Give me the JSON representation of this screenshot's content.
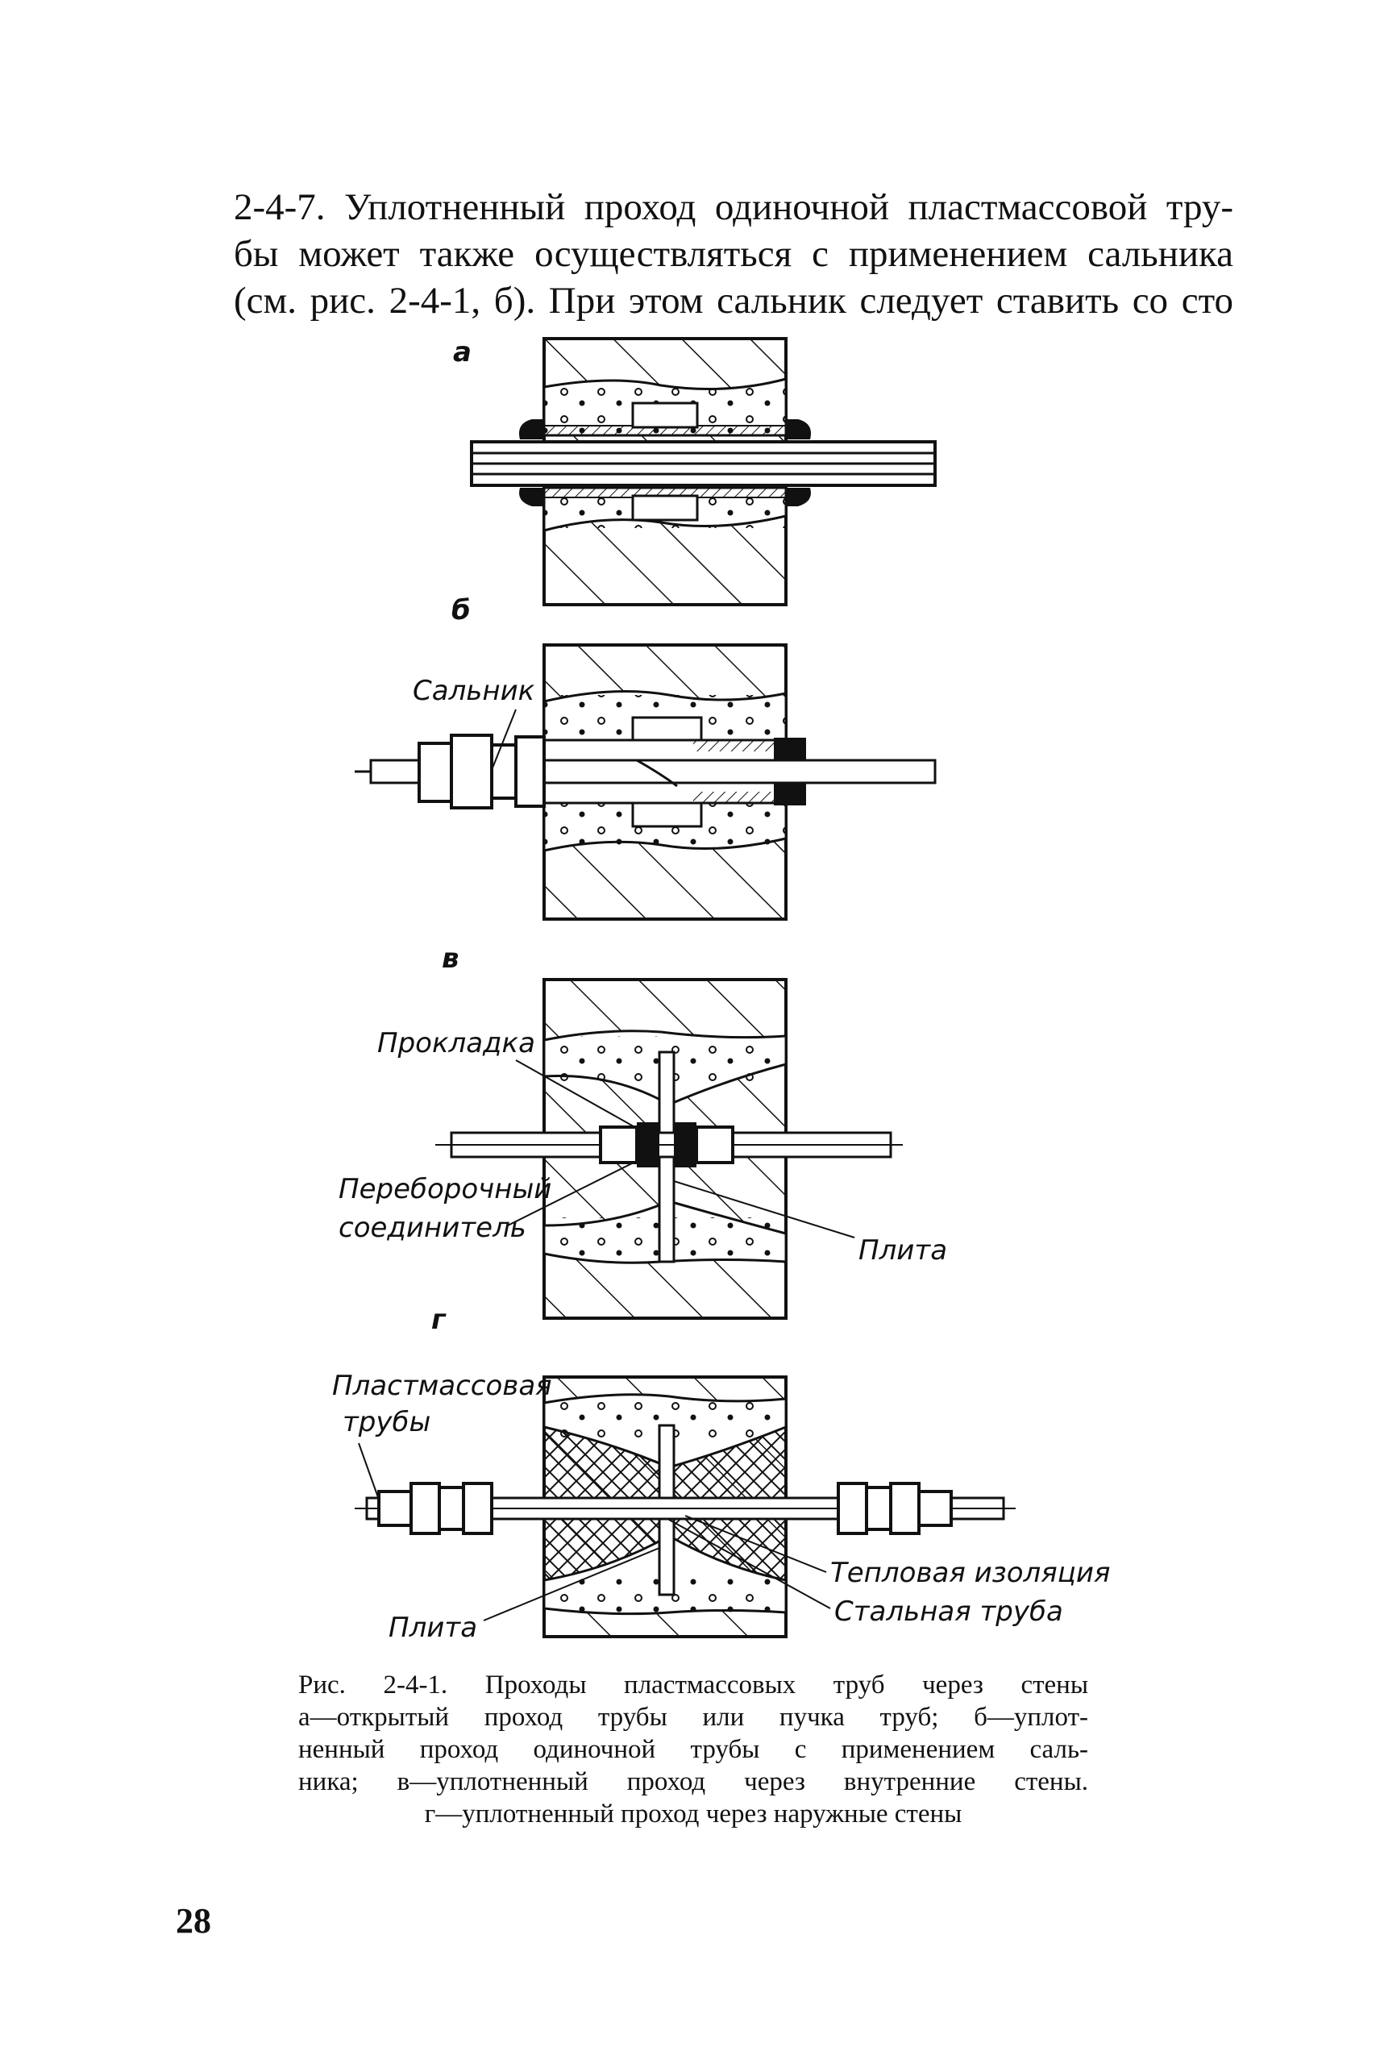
{
  "paragraph": {
    "lines": [
      "2-4-7. Уплотненный проход одиночной пластмассовой тру-",
      "бы может также осуществляться с применением сальника",
      "(см. рис. 2-4-1, б). При этом сальник следует ставить со сто"
    ]
  },
  "figure": {
    "panel_a": {
      "letter": "а"
    },
    "panel_b": {
      "letter": "б",
      "label_gland": "Сальник"
    },
    "panel_v": {
      "letter": "в",
      "label_gasket": "Прокладка",
      "label_connector_1": "Переборочный",
      "label_connector_2": "соединитель",
      "label_plate": "Плита"
    },
    "panel_g": {
      "letter": "г",
      "label_pipes_1": "Пластмассовая",
      "label_pipes_2": "трубы",
      "label_insulation": "Тепловая изоляция",
      "label_steel": "Стальная труба",
      "label_plate": "Плита"
    }
  },
  "caption": {
    "lines": [
      "Рис. 2-4-1. Проходы пластмассовых труб через стены",
      "а—открытый проход трубы или пучка труб; б—уплот-",
      "ненный проход одиночной трубы с применением саль-",
      "ника; в—уплотненный проход через внутренние стены.",
      "г—уплотненный проход через наружные стены"
    ]
  },
  "page_number": "28"
}
